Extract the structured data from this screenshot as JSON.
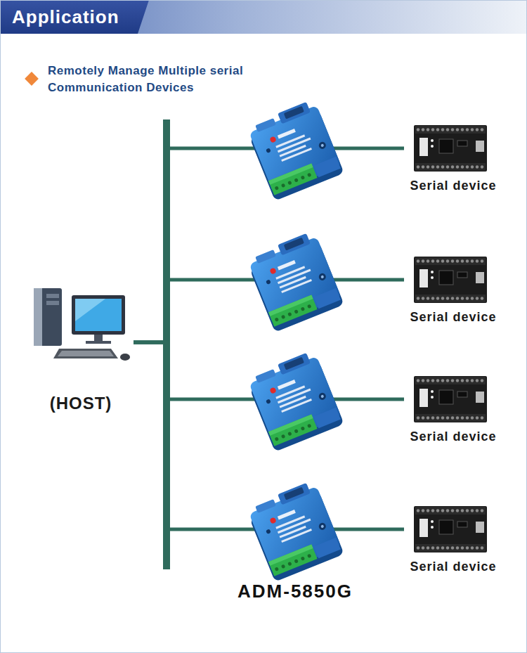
{
  "diagram": {
    "title": "Application",
    "nodes": [
      {
        "text": [
          "(HOST)"
        ]
      },
      {
        "text": [
          "Serial device"
        ]
      },
      {
        "text": [
          "Serial device"
        ]
      },
      {
        "text": [
          "Serial device"
        ]
      },
      {
        "text": [
          "Serial device"
        ]
      }
    ],
    "edges": [
      {
        "from": 0,
        "to": 1,
        "arrow": "none"
      },
      {
        "from": 0,
        "to": 2,
        "arrow": "none"
      },
      {
        "from": 0,
        "to": 3,
        "arrow": "none"
      },
      {
        "from": 0,
        "to": 4,
        "arrow": "none"
      }
    ],
    "labels": [
      "Remotely Manage Multiple serial Communication Devices",
      "ADM-5850G"
    ]
  }
}
